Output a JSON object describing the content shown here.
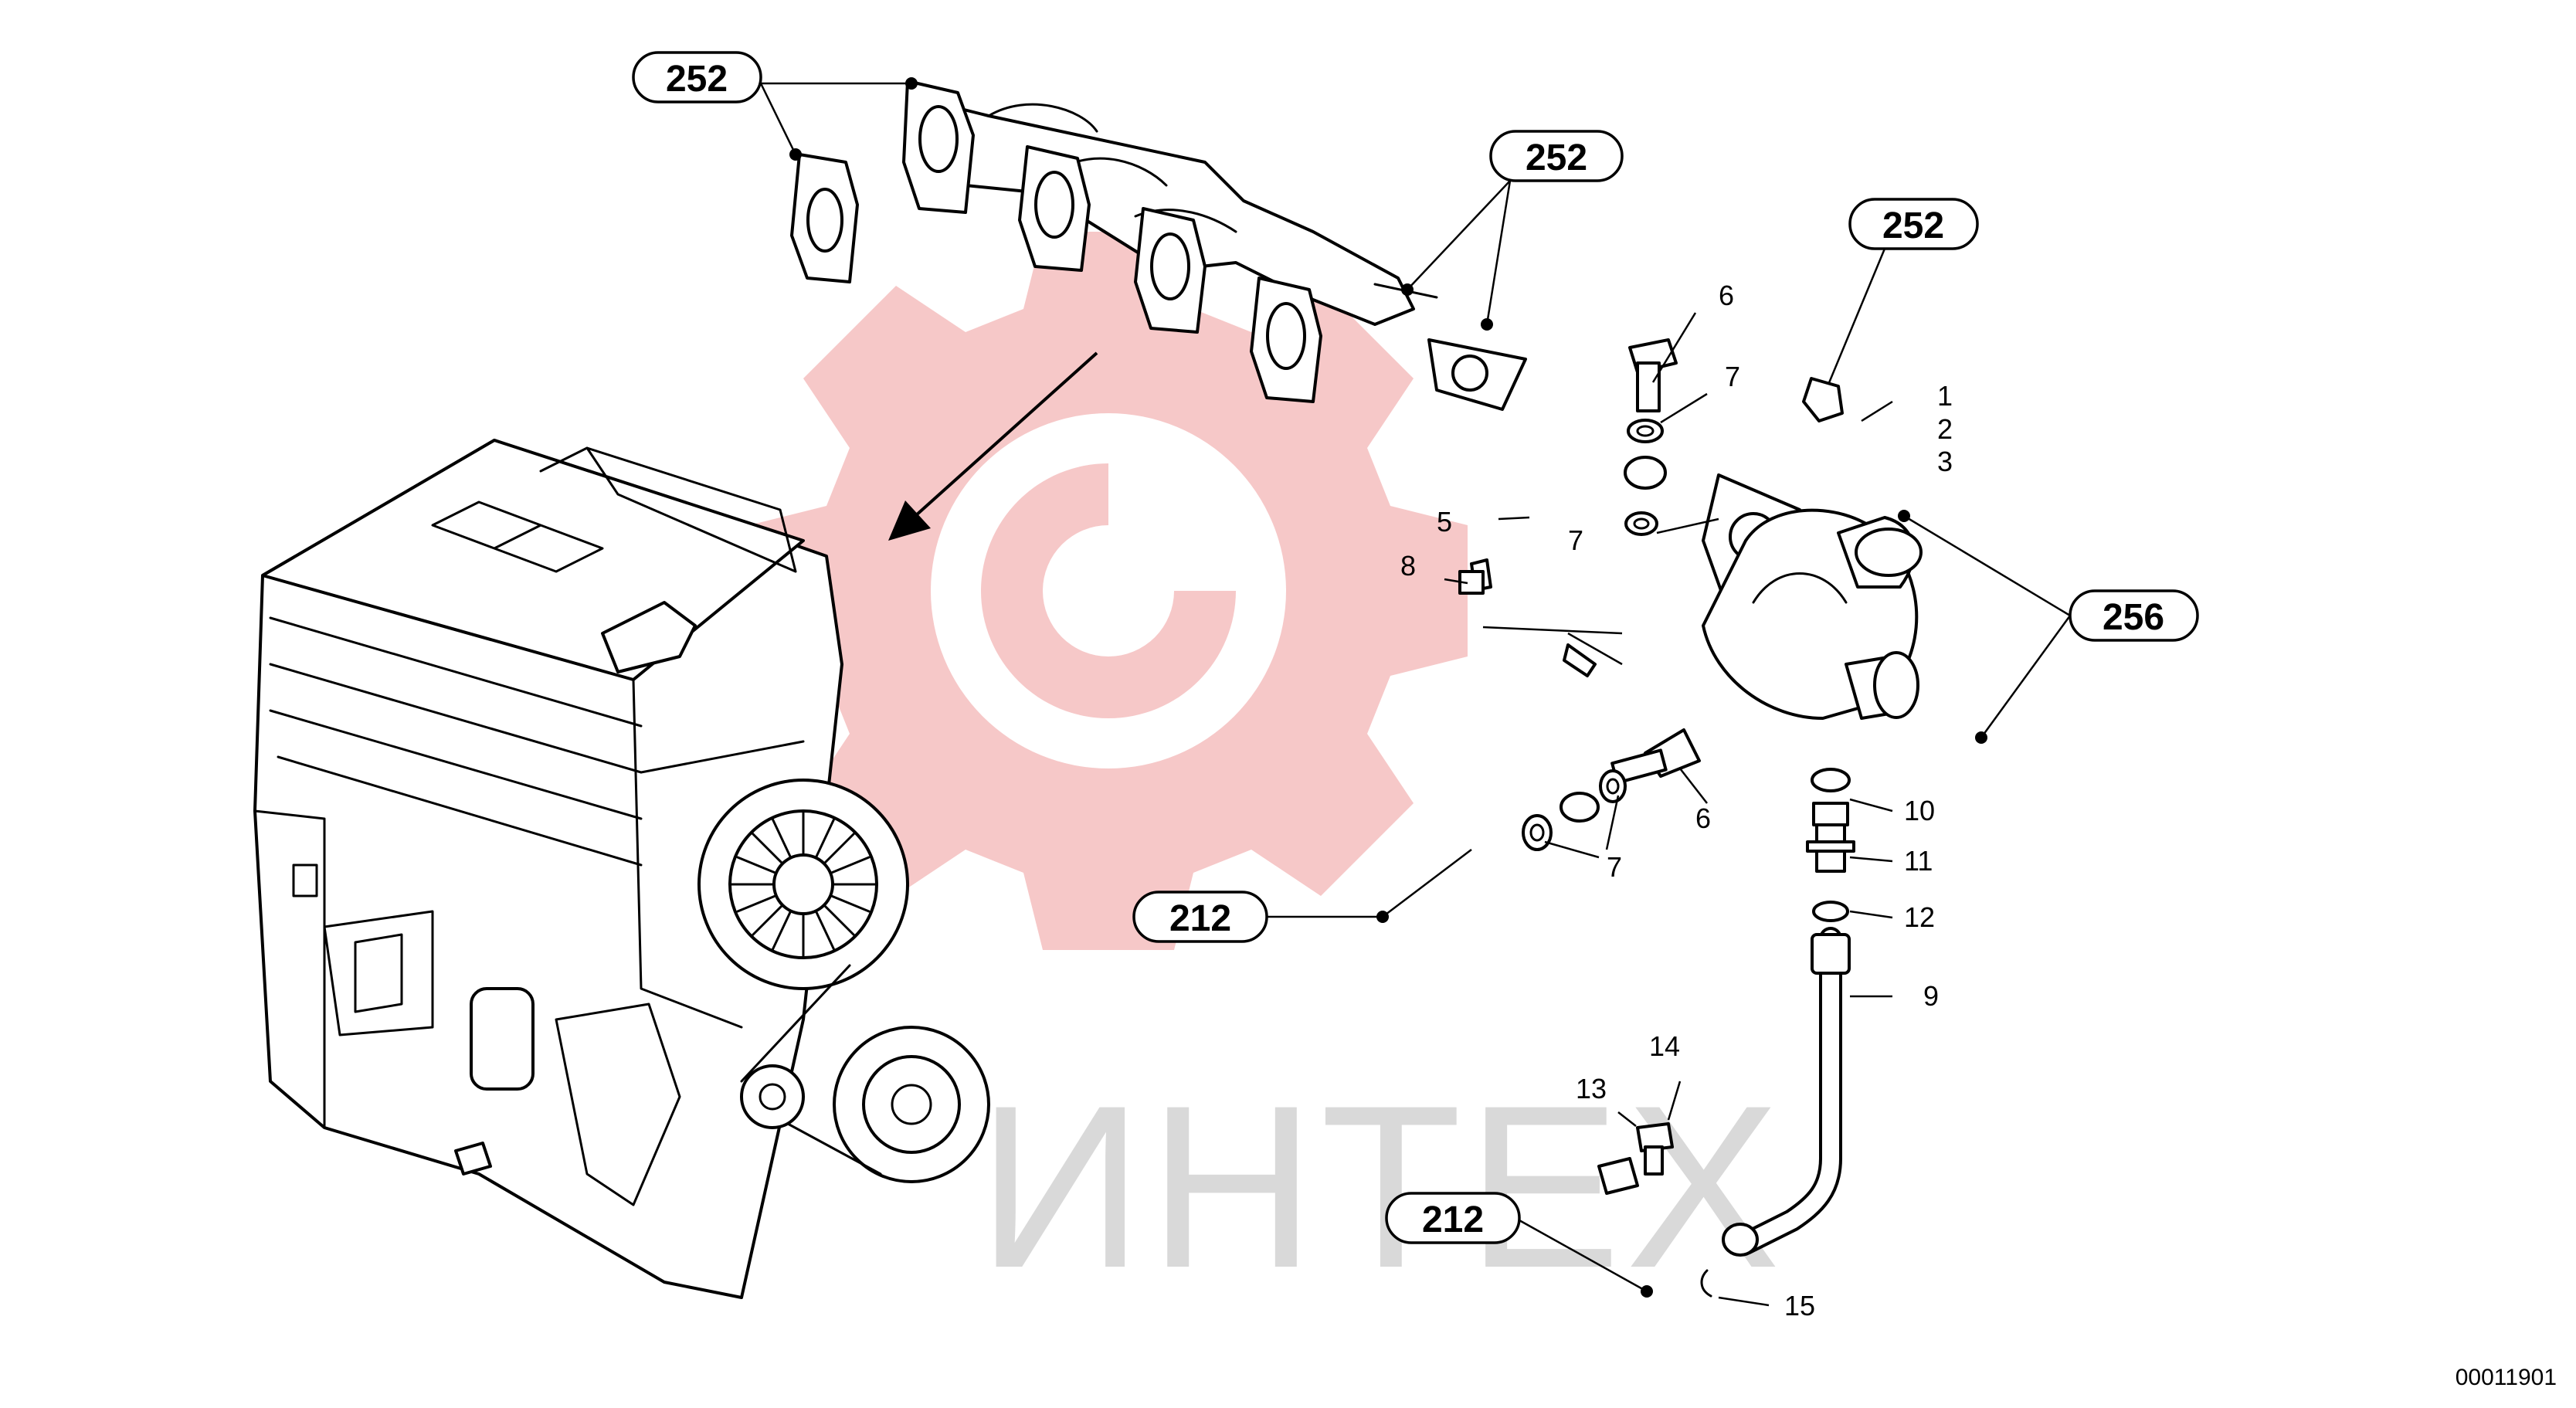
{
  "watermark": {
    "text": "ИНТЕХ",
    "gear_color": "#f6c8c8",
    "text_color": "#d9d9d9"
  },
  "ref_labels": [
    {
      "id": "ref-252-a",
      "text": "252"
    },
    {
      "id": "ref-252-b",
      "text": "252"
    },
    {
      "id": "ref-252-c",
      "text": "252"
    },
    {
      "id": "ref-256",
      "text": "256"
    },
    {
      "id": "ref-212-a",
      "text": "212"
    },
    {
      "id": "ref-212-b",
      "text": "212"
    }
  ],
  "part_numbers": {
    "n1": "1",
    "n2": "2",
    "n3": "3",
    "n5": "5",
    "n6a": "6",
    "n6b": "6",
    "n7a": "7",
    "n7b": "7",
    "n7c": "7",
    "n8": "8",
    "n9": "9",
    "n10": "10",
    "n11": "11",
    "n12": "12",
    "n13": "13",
    "n14": "14",
    "n15": "15"
  },
  "drawing_id": "00011901",
  "icons": [
    "engine-icon",
    "exhaust-manifold-icon",
    "turbocharger-icon",
    "oil-pipe-icon",
    "banjo-bolt-icon",
    "washer-icon",
    "gasket-icon",
    "oil-return-pipe-icon",
    "gear-logo-icon"
  ]
}
